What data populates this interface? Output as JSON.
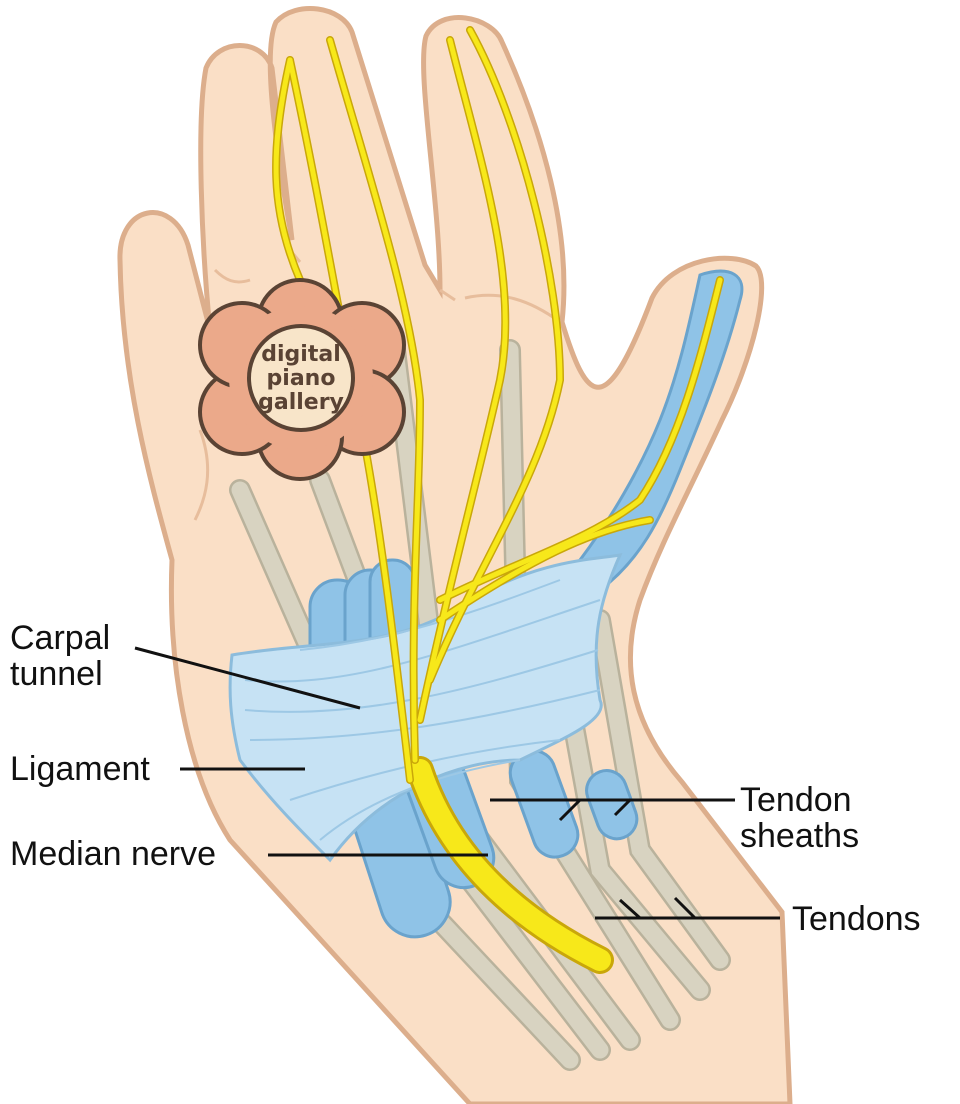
{
  "title": "Carpal tunnel anatomy",
  "labels": {
    "carpal_tunnel_line1": "Carpal",
    "carpal_tunnel_line2": "tunnel",
    "ligament": "Ligament",
    "median_nerve": "Median nerve",
    "tendon_sheaths_line1": "Tendon",
    "tendon_sheaths_line2": "sheaths",
    "tendons": "Tendons"
  },
  "watermark": {
    "line1": "digital",
    "line2": "piano",
    "line3": "gallery"
  },
  "colors": {
    "skin": "#fadfc6",
    "skin_outline": "#dcae8c",
    "nerve": "#f7e81a",
    "nerve_outline": "#c9a70a",
    "ligament": "#c6e2f4",
    "sheath": "#8fc3e7",
    "tendon": "#d8d3c1",
    "logo_petal": "#eba98a",
    "logo_center": "#f8e5c9",
    "logo_outline": "#5a4334"
  }
}
